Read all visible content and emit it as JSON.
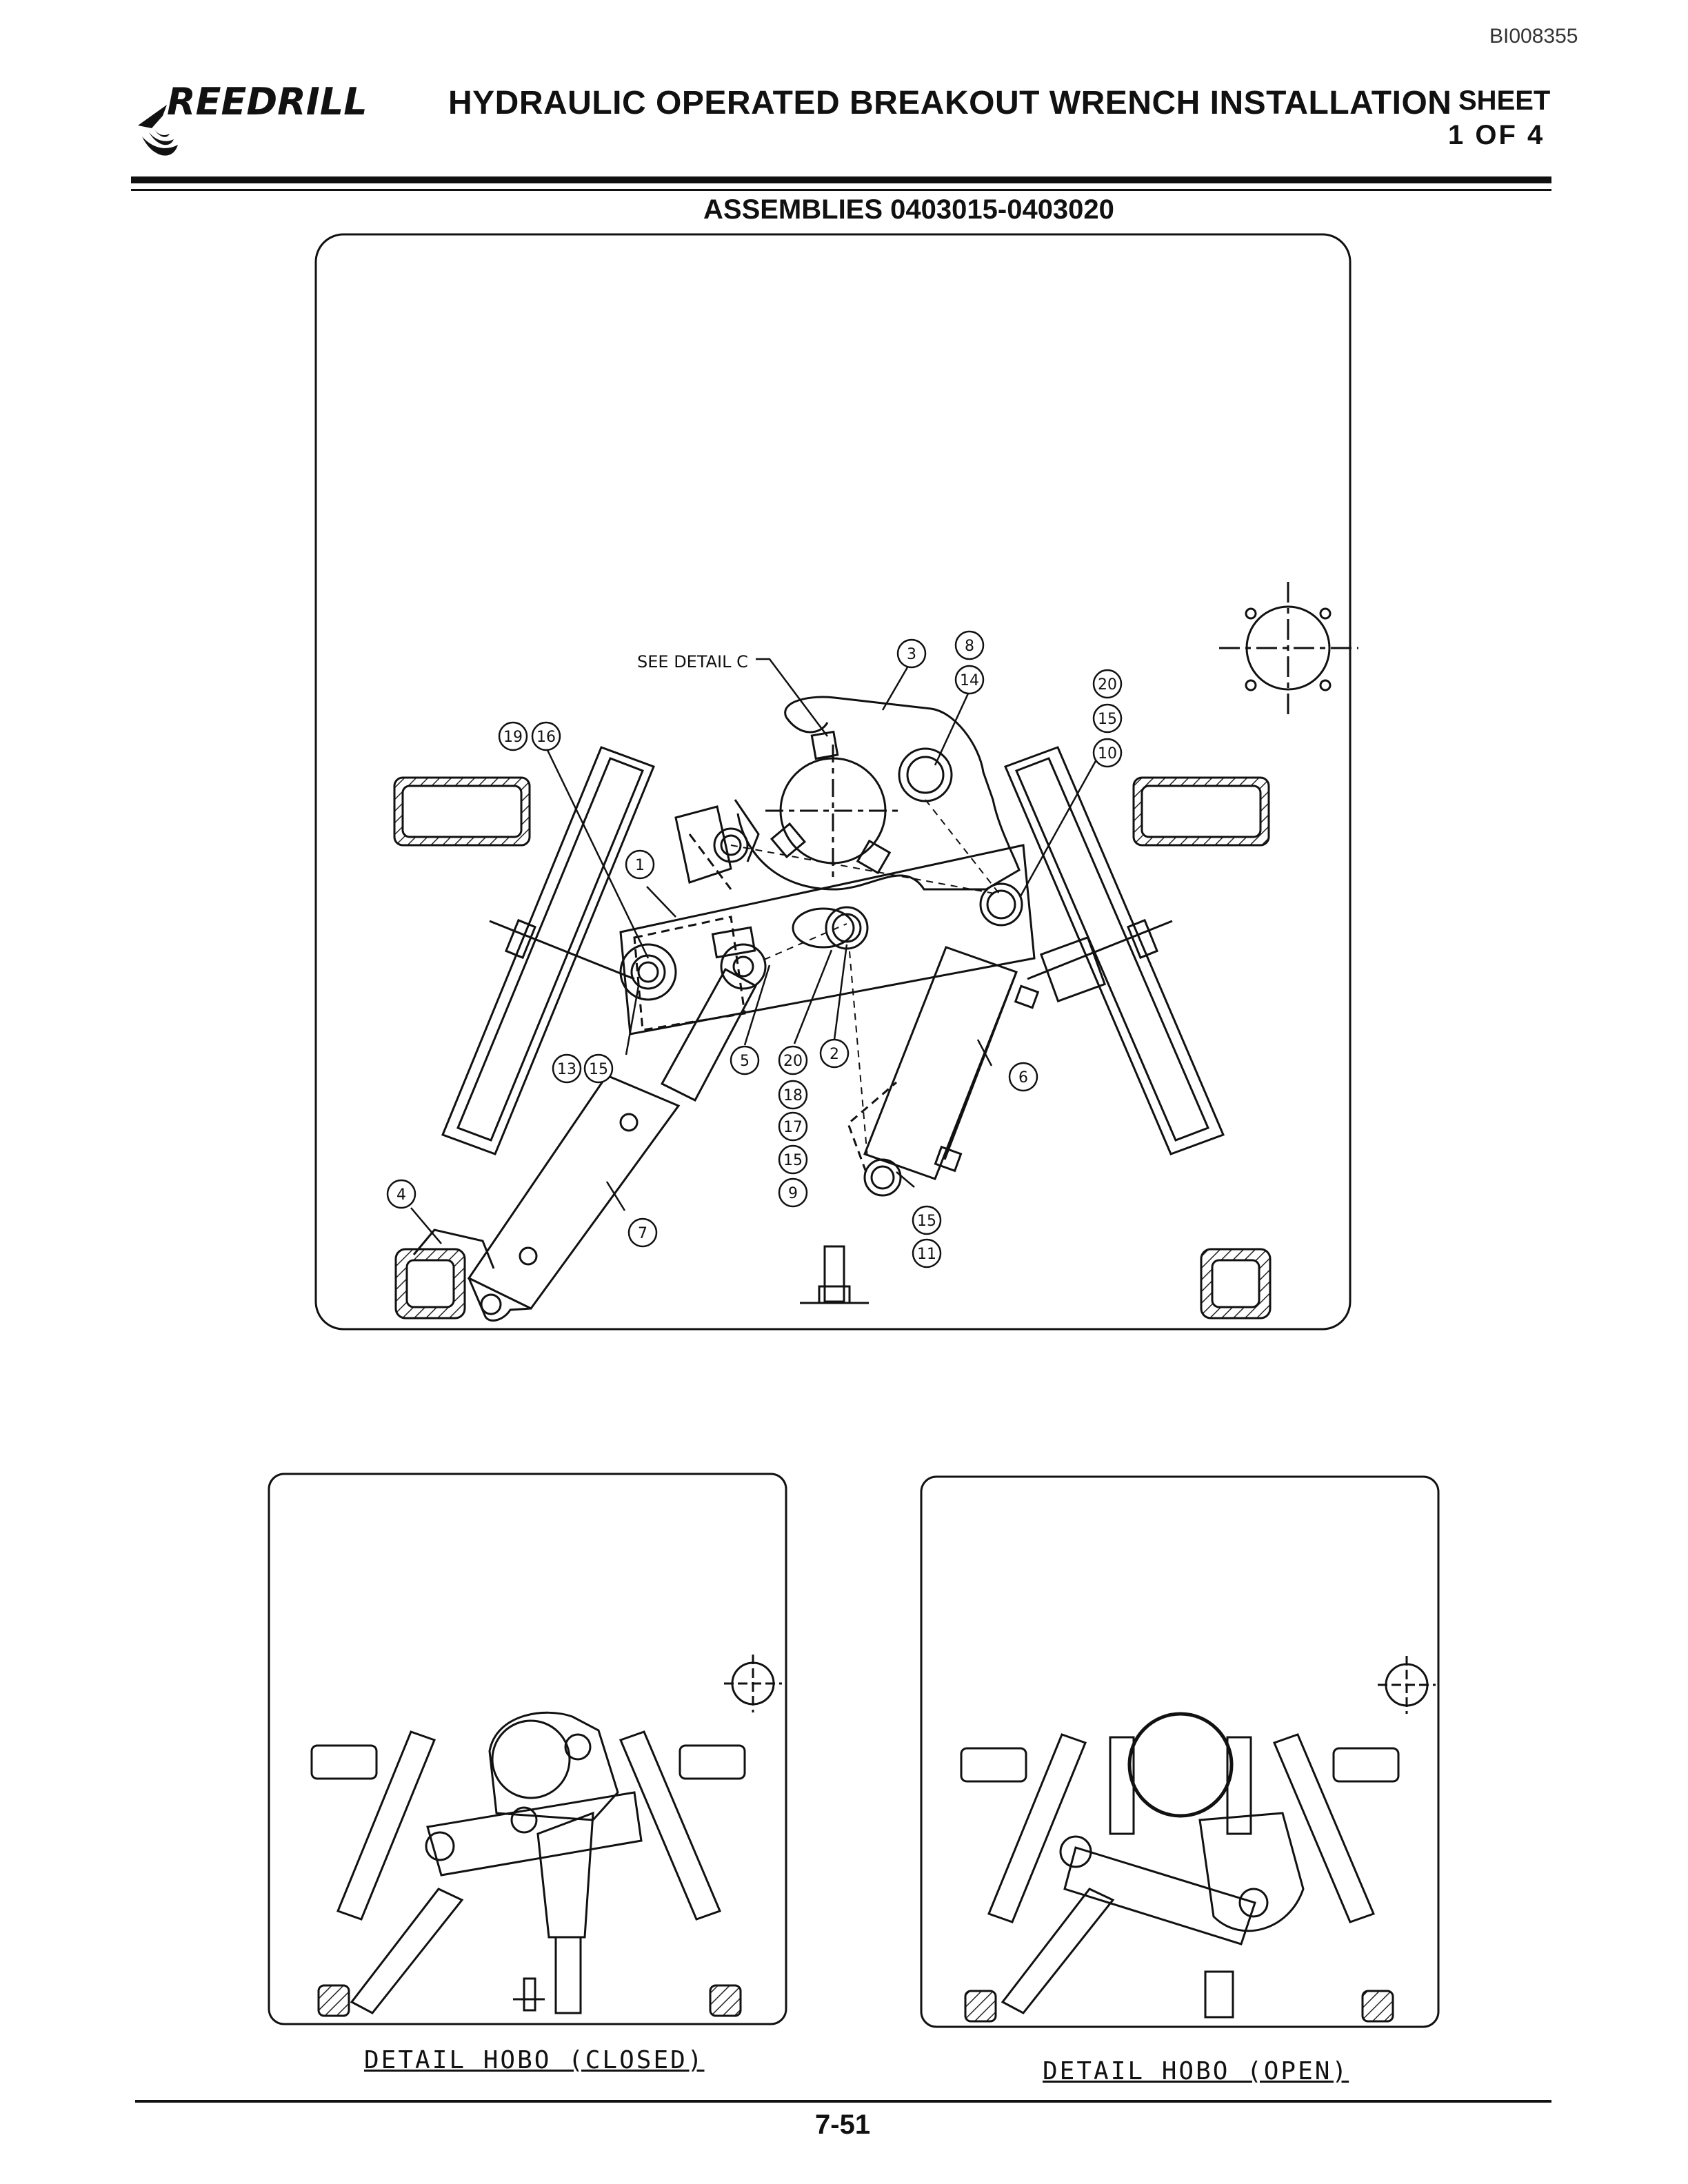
{
  "header": {
    "doc_id": "BI008355",
    "brand": "REEDRILL",
    "title": "HYDRAULIC OPERATED BREAKOUT WRENCH INSTALLATION",
    "sheet_label": "SHEET",
    "sheet_count": "1 OF 4",
    "subtitle": "ASSEMBLIES 0403015-0403020"
  },
  "main_view": {
    "see_detail_label": "SEE DETAIL C",
    "callouts": [
      "1",
      "2",
      "3",
      "4",
      "5",
      "6",
      "7",
      "8",
      "14",
      "19",
      "16",
      "13",
      "15",
      "20",
      "15",
      "10",
      "20",
      "18",
      "17",
      "15",
      "9",
      "15",
      "11"
    ]
  },
  "details": {
    "closed_caption": "DETAIL HOBO (CLOSED)",
    "open_caption": "DETAIL HOBO (OPEN)"
  },
  "footer": {
    "page_number": "7-51"
  }
}
